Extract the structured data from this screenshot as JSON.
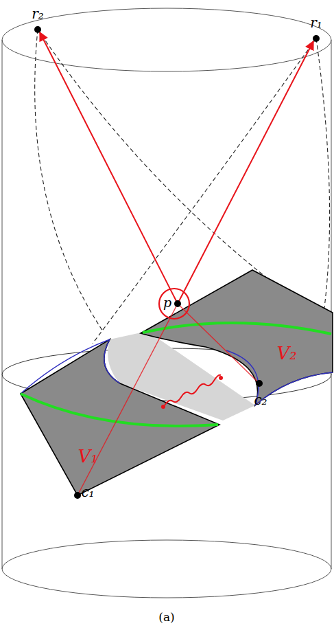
{
  "diagram": {
    "caption": "(a)",
    "labels": [
      "r₂",
      "r₁",
      "p",
      "V₂",
      "V₁",
      "c₂",
      "c₁"
    ]
  }
}
